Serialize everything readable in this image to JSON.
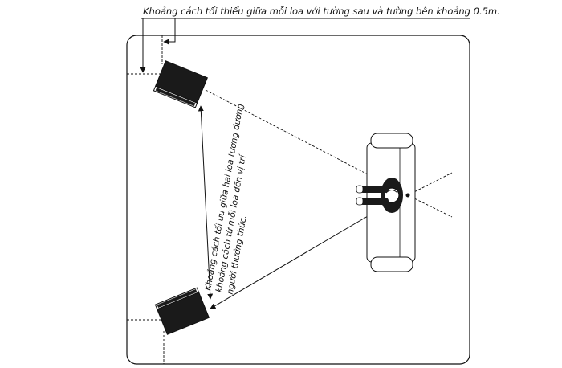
{
  "annotations": {
    "wall_distance": "Khoảng cách tối thiểu giữa mỗi loa với tường sau và tường bên khoảng 0.5m.",
    "triangle_line1": "Khoảng cách tối ưu giữa hai loa tương đương",
    "triangle_line2": "khoảng cách từ mỗi loa đến vị trí",
    "triangle_line3": "người thưởng thức."
  },
  "colors": {
    "stroke": "#111111",
    "fill_dark": "#1a1a1a",
    "background": "#ffffff"
  }
}
